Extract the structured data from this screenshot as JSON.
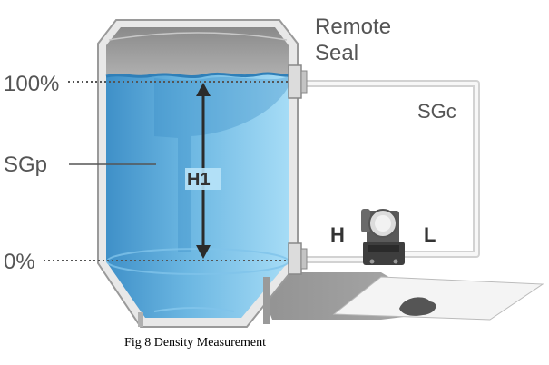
{
  "labels": {
    "remote_seal_line1": "Remote",
    "remote_seal_line2": "Seal",
    "level_100": "100%",
    "level_0": "0%",
    "sgc": "SGc",
    "sgp": "SGp",
    "h1": "H1",
    "high_side": "H",
    "low_side": "L"
  },
  "caption": "Fig 8 Density Measurement",
  "colors": {
    "liquid_light": "#8fd0f2",
    "liquid_dark": "#4a9cd2",
    "tank_wall": "#e6e6e6",
    "tank_outline": "#999999",
    "capillary": "#d6d6d6",
    "transmitter": "#4a4a4a"
  }
}
